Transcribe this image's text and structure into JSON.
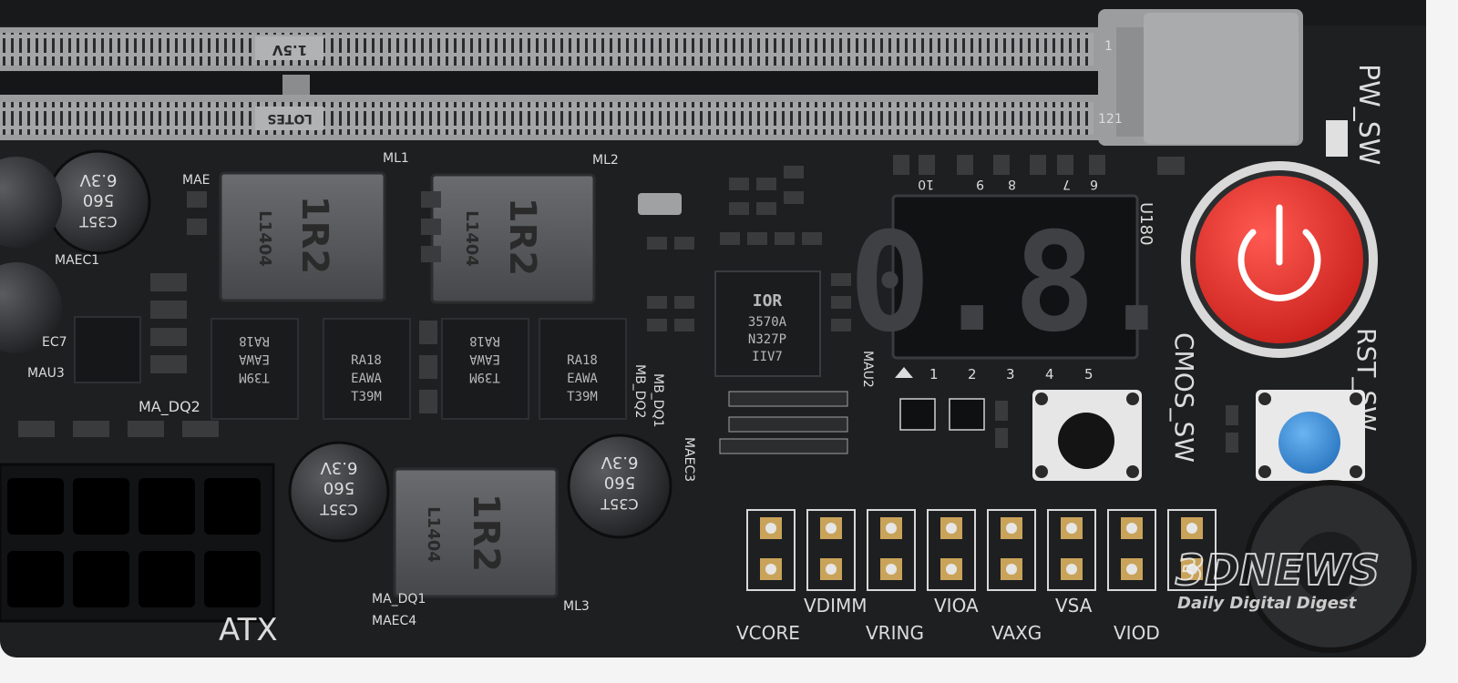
{
  "slot": {
    "voltage_label": "1.5V",
    "lot_label": "LOTES",
    "pin_top": "1",
    "pin_bottom": "121"
  },
  "inductors": [
    {
      "id": "ML1",
      "line1": "1R2",
      "line2": "L1404"
    },
    {
      "id": "ML2",
      "line1": "1R2",
      "line2": "L1404"
    },
    {
      "id": "ML3",
      "line1": "1R2",
      "line2": "L1404"
    }
  ],
  "capacitors": [
    {
      "line1": "6.3V",
      "line2": "560",
      "line3": "C35T"
    },
    {
      "line1": "6.3V",
      "line2": "560",
      "line3": "C35T"
    },
    {
      "line1": "6.3V",
      "line2": "560",
      "line3": "C35T"
    }
  ],
  "mosfets": [
    {
      "line1": "RA18",
      "line2": "EAWA",
      "line3": "T39M"
    },
    {
      "line1": "RA18",
      "line2": "EAWA",
      "line3": "T39M"
    },
    {
      "line1": "RA18",
      "line2": "EAWA",
      "line3": "T39M"
    },
    {
      "line1": "RA18",
      "line2": "EAWA",
      "line3": "T39M"
    }
  ],
  "controller": {
    "logo": "IOR",
    "line1": "3570A",
    "line2": "N327P",
    "line3": "IIV7"
  },
  "labels": {
    "ml1": "ML1",
    "ml2": "ML2",
    "ml3": "ML3",
    "maec1": "MAEC1",
    "maec": "MAE",
    "ec7": "EC7",
    "mau3": "MAU3",
    "ma_dq2": "MA_DQ2",
    "mb_dq1": "MB_DQ1",
    "mb_dq2": "MB_DQ2",
    "maec3": "MAEC3",
    "maec4": "MAEC4",
    "ma_dq1": "MA_DQ1",
    "mau2": "MAU2",
    "u180": "U180",
    "atx": "ATX",
    "pw_sw": "PW_SW",
    "rst_sw": "RST_SW",
    "cmos_sw": "CMOS_SW"
  },
  "display": {
    "digits": "0.8."
  },
  "position_numbers": [
    "1",
    "2",
    "3",
    "4",
    "5"
  ],
  "top_numbers": [
    "10",
    "9",
    "8",
    "7",
    "6"
  ],
  "voltage_points": {
    "upper_row": [
      "VDIMM",
      "VIOA",
      "VSA"
    ],
    "lower_row": [
      "VCORE",
      "VRING",
      "VAXG",
      "VIOD"
    ]
  },
  "watermark": {
    "brand": "3DNEWS",
    "tagline": "Daily Digital Digest"
  },
  "colors": {
    "pcb": "#1e1f21",
    "power_button": "#e8322c",
    "reset_button": "#3d8fd6",
    "slot_gray": "#8e9092"
  }
}
